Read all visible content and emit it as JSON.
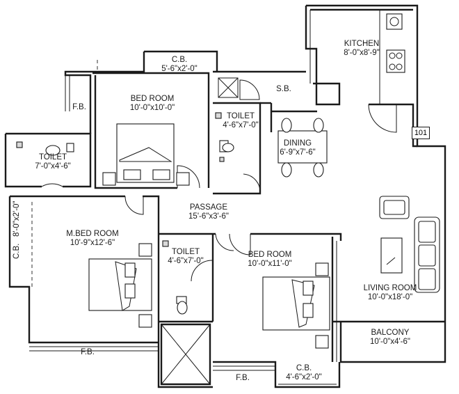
{
  "plan": {
    "unit_number": "101",
    "rooms": {
      "kitchen": {
        "name": "KITCHEN",
        "size": "8'-0\"x8'-9\""
      },
      "cb_top": {
        "name": "C.B.",
        "size": "5'-6\"x2'-0\""
      },
      "sb": {
        "name": "S.B."
      },
      "fb_top": {
        "name": "F.B."
      },
      "bedroom_top": {
        "name": "BED ROOM",
        "size": "10'-0\"x10'-0\""
      },
      "toilet_top": {
        "name": "TOILET",
        "size": "4'-6\"x7'-0\""
      },
      "dining": {
        "name": "DINING",
        "size": "6'-9\"x7'-6\""
      },
      "toilet_left": {
        "name": "TOILET",
        "size": "7'-0\"x4'-6\""
      },
      "passage": {
        "name": "PASSAGE",
        "size": "15'-6\"x3'-6\""
      },
      "cb_left": {
        "name": "C.B.",
        "size": "8'-0\"x2'-0\""
      },
      "master_bedroom": {
        "name": "M.BED ROOM",
        "size": "10'-9\"x12'-6\""
      },
      "toilet_mid": {
        "name": "TOILET",
        "size": "4'-6\"x7'-0\""
      },
      "bedroom_mid": {
        "name": "BED ROOM",
        "size": "10'-0\"x11'-0\""
      },
      "living": {
        "name": "LIVING ROOM",
        "size": "10'-0\"x18'-0\""
      },
      "balcony": {
        "name": "BALCONY",
        "size": "10'-0\"x4'-6\""
      },
      "fb_bottom_left": {
        "name": "F.B."
      },
      "fb_bottom_mid": {
        "name": "F.B."
      },
      "cb_bottom": {
        "name": "C.B.",
        "size": "4'-6\"x2'-0\""
      }
    }
  }
}
